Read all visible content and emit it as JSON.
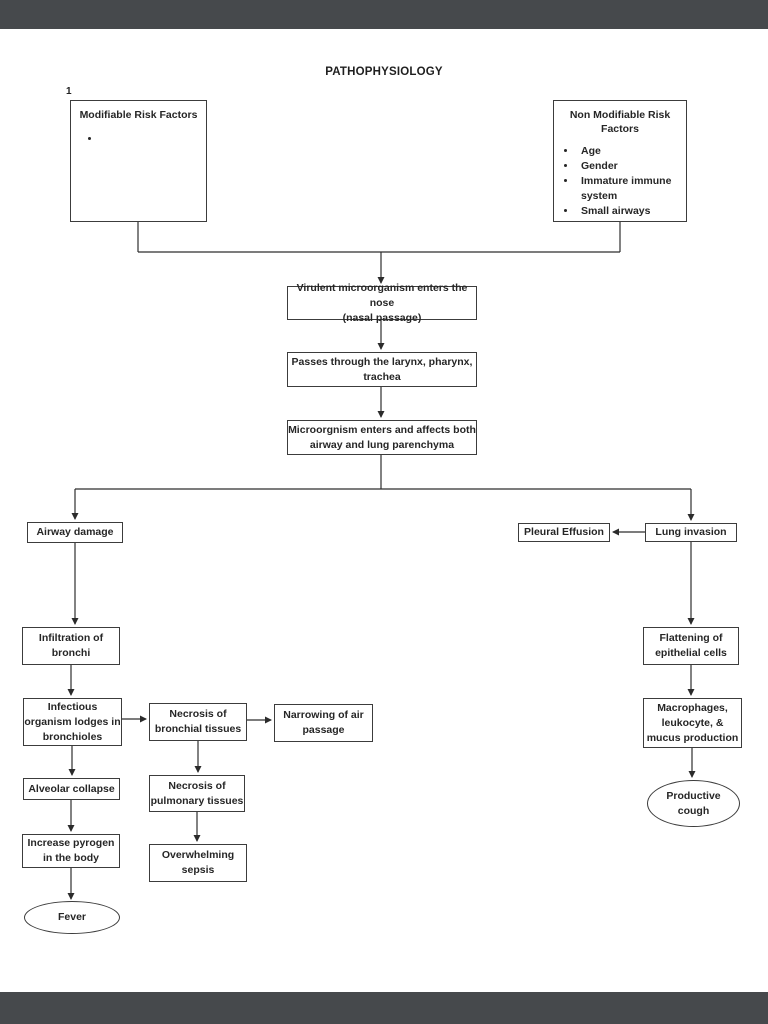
{
  "page": {
    "title": "PATHOPHYSIOLOGY",
    "marker": "1"
  },
  "risk_factors": {
    "modifiable": {
      "title": "Modifiable Risk Factors",
      "items": [
        ""
      ]
    },
    "non_modifiable": {
      "title": "Non Modifiable Risk Factors",
      "items": [
        "Age",
        "Gender",
        "Immature immune system",
        "Small airways"
      ]
    }
  },
  "flow": {
    "entry": {
      "lines": [
        "Virulent microorganism enters the nose",
        "(nasal passage)"
      ]
    },
    "passes": {
      "lines": [
        "Passes through the larynx, pharynx,",
        "trachea"
      ]
    },
    "affects": {
      "lines": [
        "Microorgnism enters and affects both",
        "airway and lung parenchyma"
      ]
    },
    "airway_damage": {
      "lines": [
        "Airway damage"
      ]
    },
    "infiltration": {
      "lines": [
        "Infiltration of",
        "bronchi"
      ]
    },
    "infectious": {
      "lines": [
        "Infectious",
        "organism lodges in",
        "bronchioles"
      ]
    },
    "alveolar": {
      "lines": [
        "Alveolar collapse"
      ]
    },
    "pyrogen": {
      "lines": [
        "Increase pyrogen",
        "in the body"
      ]
    },
    "fever": {
      "lines": [
        "Fever"
      ]
    },
    "necrosis_bronchial": {
      "lines": [
        "Necrosis of",
        "bronchial tissues"
      ]
    },
    "narrowing": {
      "lines": [
        "Narrowing of air",
        "passage"
      ]
    },
    "necrosis_pulmonary": {
      "lines": [
        "Necrosis of",
        "pulmonary tissues"
      ]
    },
    "sepsis": {
      "lines": [
        "Overwhelming",
        "sepsis"
      ]
    },
    "pleural": {
      "lines": [
        "Pleural Effusion"
      ]
    },
    "lung_invasion": {
      "lines": [
        "Lung invasion"
      ]
    },
    "flattening": {
      "lines": [
        "Flattening of",
        "epithelial cells"
      ]
    },
    "macrophages": {
      "lines": [
        "Macrophages,",
        "leukocyte, &",
        "mucus production"
      ]
    },
    "productive_cough": {
      "lines": [
        "Productive",
        "cough"
      ]
    }
  },
  "colors": {
    "viewer_chrome": "#46494c",
    "page_background": "#ffffff",
    "line": "#2e2e2e",
    "border": "#3c3c3c",
    "text": "#262626"
  }
}
